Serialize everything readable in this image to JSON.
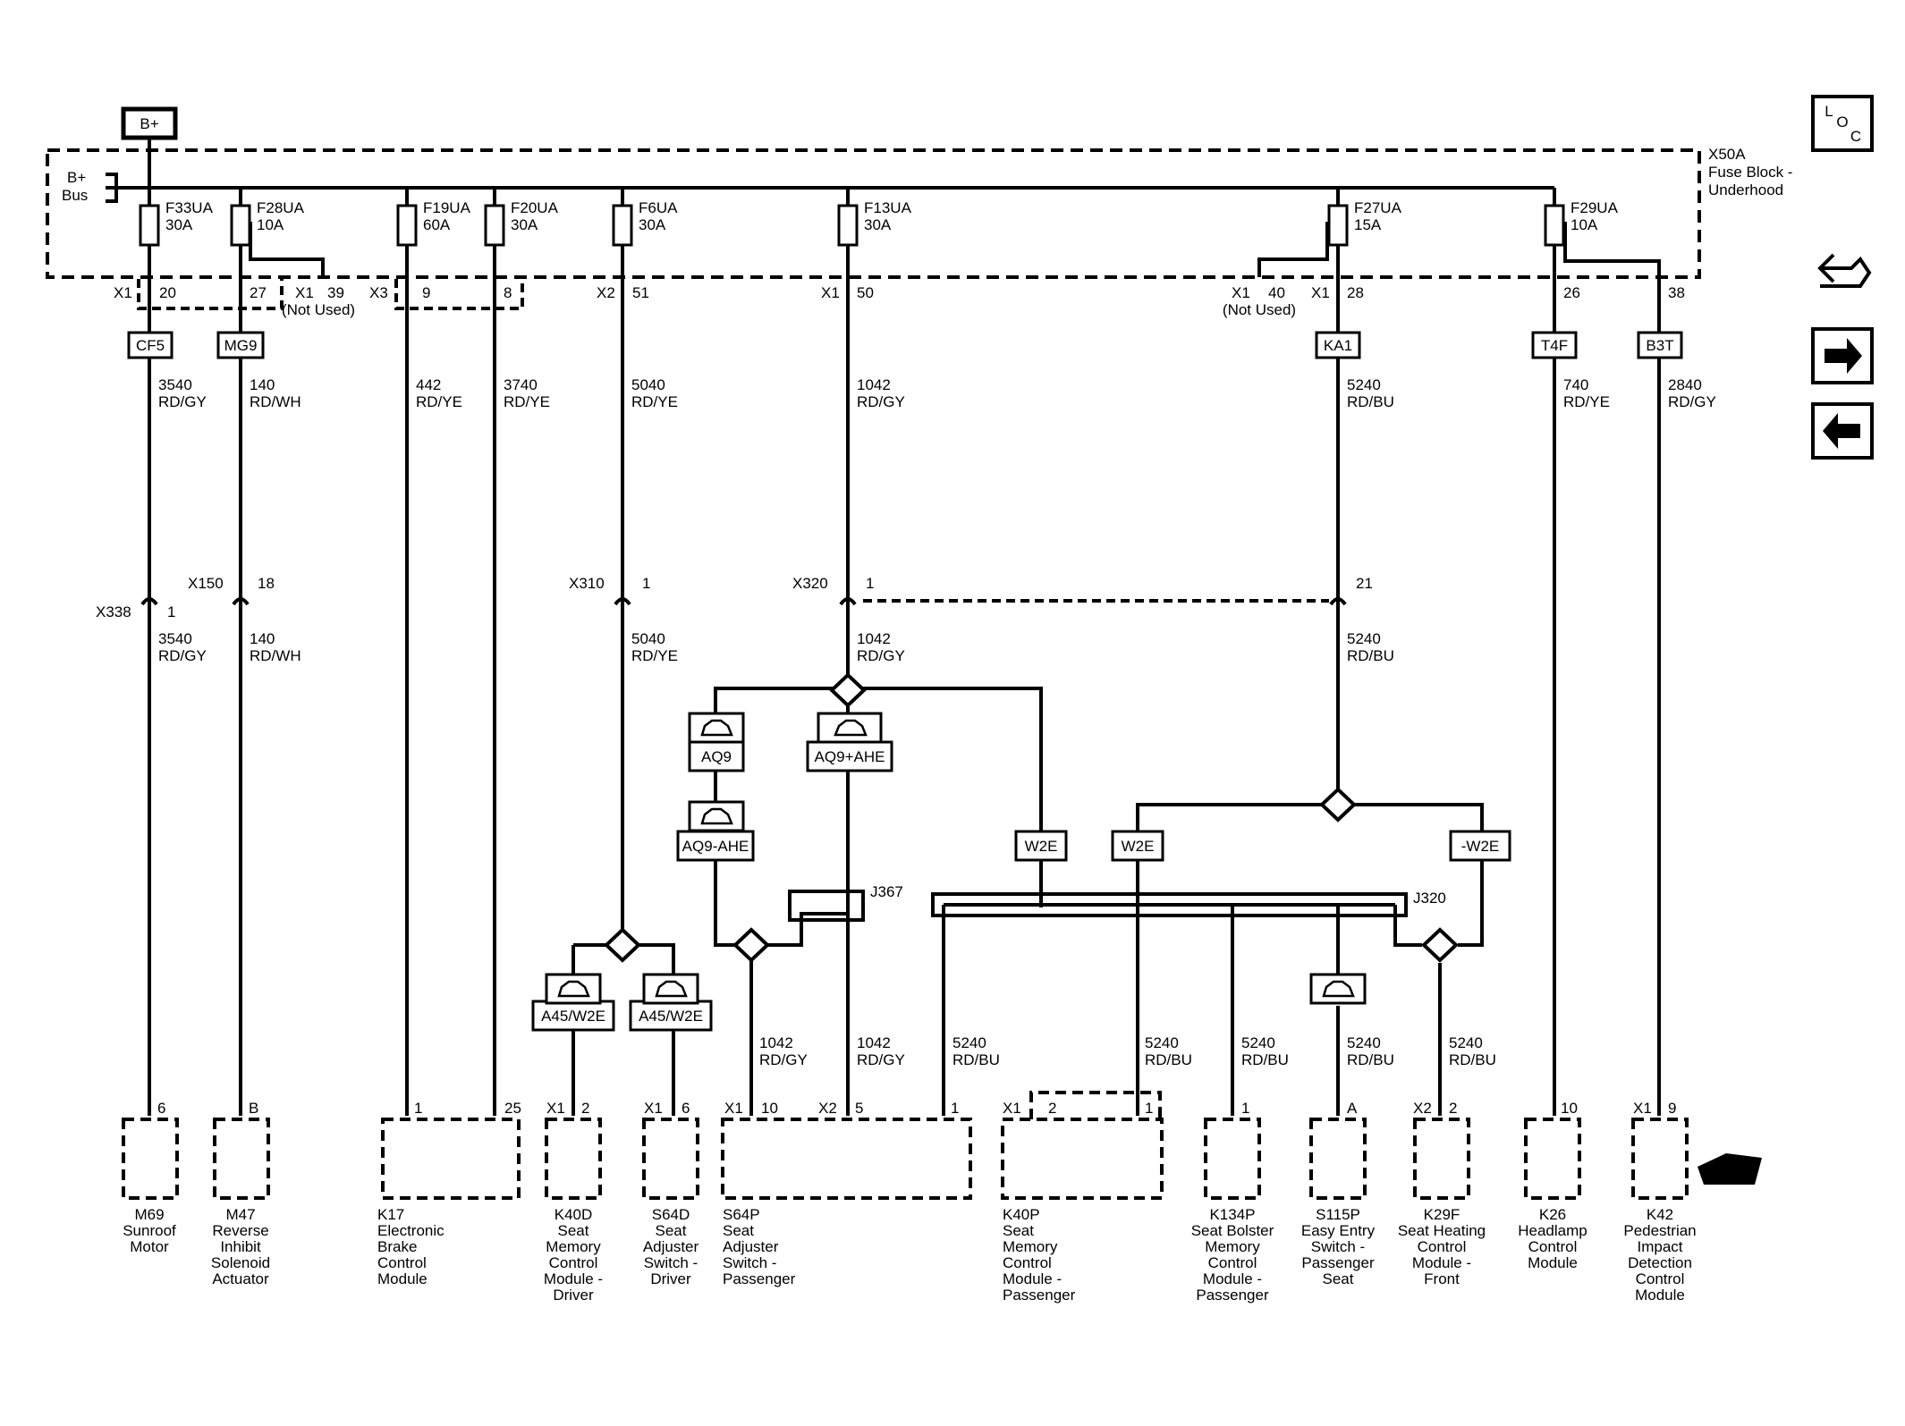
{
  "title": "",
  "supply": {
    "label": "B+"
  },
  "bus": {
    "line1": "B+",
    "line2": "Bus"
  },
  "fuse_block": {
    "id": "X50A",
    "line2": "Fuse Block -",
    "line3": "Underhood"
  },
  "nav": {
    "loc": [
      "L",
      "O",
      "C"
    ],
    "icons": [
      "connector-icon",
      "forward-arrow-icon",
      "back-arrow-icon"
    ]
  },
  "fuses": [
    {
      "name": "F33UA",
      "amp": "30A"
    },
    {
      "name": "F28UA",
      "amp": "10A"
    },
    {
      "name": "F19UA",
      "amp": "60A"
    },
    {
      "name": "F20UA",
      "amp": "30A"
    },
    {
      "name": "F6UA",
      "amp": "30A"
    },
    {
      "name": "F13UA",
      "amp": "30A"
    },
    {
      "name": "F27UA",
      "amp": "15A"
    },
    {
      "name": "F29UA",
      "amp": "10A"
    }
  ],
  "fuse_pins": [
    {
      "conn": "X1",
      "pin": "20"
    },
    {
      "conn": "",
      "pin": "27"
    },
    {
      "conn": "X1",
      "pin": "39",
      "note": "(Not Used)"
    },
    {
      "conn": "X3",
      "pin": "9"
    },
    {
      "conn": "",
      "pin": "8"
    },
    {
      "conn": "X2",
      "pin": "51"
    },
    {
      "conn": "X1",
      "pin": "50"
    },
    {
      "conn": "X1",
      "pin": "40",
      "note": "(Not Used)"
    },
    {
      "conn": "X1",
      "pin": "28"
    },
    {
      "conn": "",
      "pin": "26"
    },
    {
      "conn": "",
      "pin": "38"
    }
  ],
  "circuit_boxes": [
    "CF5",
    "MG9",
    "KA1",
    "T4F",
    "B3T"
  ],
  "wires_top": [
    {
      "circuit": "3540",
      "color": "RD/GY"
    },
    {
      "circuit": "140",
      "color": "RD/WH"
    },
    {
      "circuit": "442",
      "color": "RD/YE"
    },
    {
      "circuit": "3740",
      "color": "RD/YE"
    },
    {
      "circuit": "5040",
      "color": "RD/YE"
    },
    {
      "circuit": "1042",
      "color": "RD/GY"
    },
    {
      "circuit": "5240",
      "color": "RD/BU"
    },
    {
      "circuit": "740",
      "color": "RD/YE"
    },
    {
      "circuit": "2840",
      "color": "RD/GY"
    }
  ],
  "inline_connectors": [
    {
      "conn": "X338",
      "pin": "1"
    },
    {
      "conn": "X150",
      "pin": "18"
    },
    {
      "conn": "X310",
      "pin": "1"
    },
    {
      "conn": "X320",
      "pin": "1"
    },
    {
      "conn": "",
      "pin": "21"
    }
  ],
  "wires_mid": [
    {
      "circuit": "3540",
      "color": "RD/GY"
    },
    {
      "circuit": "140",
      "color": "RD/WH"
    },
    {
      "circuit": "5040",
      "color": "RD/YE"
    },
    {
      "circuit": "1042",
      "color": "RD/GY"
    },
    {
      "circuit": "5240",
      "color": "RD/BU"
    }
  ],
  "options": [
    "AQ9",
    "AQ9+AHE",
    "AQ9-AHE",
    "W2E",
    "W2E",
    "-W2E",
    "A45/W2E",
    "A45/W2E"
  ],
  "splices": [
    "J367",
    "J320"
  ],
  "wires_low": [
    {
      "circuit": "1042",
      "color": "RD/GY"
    },
    {
      "circuit": "1042",
      "color": "RD/GY"
    },
    {
      "circuit": "5240",
      "color": "RD/BU"
    },
    {
      "circuit": "5240",
      "color": "RD/BU"
    },
    {
      "circuit": "5240",
      "color": "RD/BU"
    },
    {
      "circuit": "5240",
      "color": "RD/BU"
    },
    {
      "circuit": "5240",
      "color": "RD/BU"
    }
  ],
  "comp_pins": [
    {
      "conn": "",
      "pin": "6"
    },
    {
      "conn": "",
      "pin": "B"
    },
    {
      "conn": "",
      "pin": "1"
    },
    {
      "conn": "",
      "pin": "25"
    },
    {
      "conn": "X1",
      "pin": "2"
    },
    {
      "conn": "X1",
      "pin": "6"
    },
    {
      "conn": "X1",
      "pin": "10"
    },
    {
      "conn": "X2",
      "pin": "5"
    },
    {
      "conn": "",
      "pin": "1"
    },
    {
      "conn": "X1",
      "pin": "2"
    },
    {
      "conn": "",
      "pin": "1"
    },
    {
      "conn": "",
      "pin": "1"
    },
    {
      "conn": "",
      "pin": "A"
    },
    {
      "conn": "X2",
      "pin": "2"
    },
    {
      "conn": "",
      "pin": "10"
    },
    {
      "conn": "X1",
      "pin": "9"
    }
  ],
  "components": [
    {
      "lines": [
        "M69",
        "Sunroof",
        "Motor"
      ]
    },
    {
      "lines": [
        "M47",
        "Reverse",
        "Inhibit",
        "Solenoid",
        "Actuator"
      ]
    },
    {
      "lines": [
        "K17",
        "Electronic",
        "Brake",
        "Control",
        "Module"
      ]
    },
    {
      "lines": [
        "K40D",
        "Seat",
        "Memory",
        "Control",
        "Module -",
        "Driver"
      ]
    },
    {
      "lines": [
        "S64D",
        "Seat",
        "Adjuster",
        "Switch -",
        "Driver"
      ]
    },
    {
      "lines": [
        "S64P",
        "Seat",
        "Adjuster",
        "Switch -",
        "Passenger"
      ]
    },
    {
      "lines": [
        "K40P",
        "Seat",
        "Memory",
        "Control",
        "Module -",
        "Passenger"
      ]
    },
    {
      "lines": [
        "K134P",
        "Seat Bolster",
        "Memory",
        "Control",
        "Module -",
        "Passenger"
      ]
    },
    {
      "lines": [
        "S115P",
        "Easy Entry",
        "Switch -",
        "Passenger",
        "Seat"
      ]
    },
    {
      "lines": [
        "K29F",
        "Seat Heating",
        "Control",
        "Module -",
        "Front"
      ]
    },
    {
      "lines": [
        "K26",
        "Headlamp",
        "Control",
        "Module"
      ]
    },
    {
      "lines": [
        "K42",
        "Pedestrian",
        "Impact",
        "Detection",
        "Control",
        "Module"
      ]
    }
  ]
}
